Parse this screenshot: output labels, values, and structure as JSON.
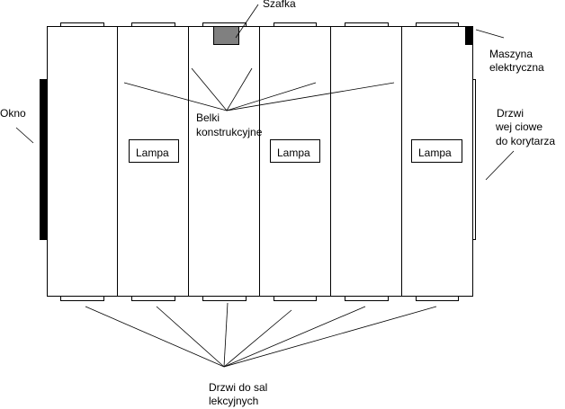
{
  "labels": {
    "cabinet": "Szafka",
    "machine": [
      "Maszyna",
      "elektryczna"
    ],
    "window": "Okno",
    "entrance": [
      "Drzwi",
      "wej ciowe",
      "do korytarza"
    ],
    "beams": [
      "Belki",
      "konstrukcyjne"
    ],
    "lamp": "Lampa",
    "classroom_doors": [
      "Drzwi do sal",
      "lekcyjnych"
    ]
  },
  "colors": {
    "cabinet": "#808080",
    "machine": "#000000",
    "window": "#000000"
  }
}
